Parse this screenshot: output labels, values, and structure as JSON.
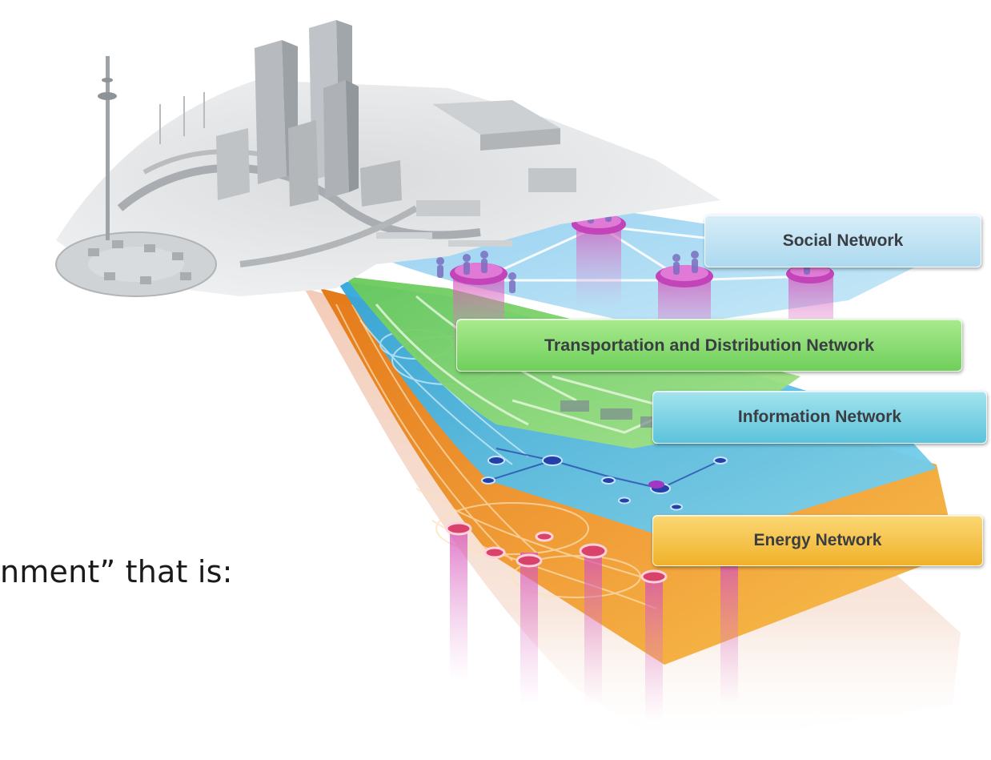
{
  "diagram": {
    "layers": [
      {
        "label": "Social Network",
        "color": "#bfe3f2"
      },
      {
        "label": "Transportation and Distribution Network",
        "color": "#82d86c"
      },
      {
        "label": "Information Network",
        "color": "#74cfe0"
      },
      {
        "label": "Energy Network",
        "color": "#f6c34a"
      }
    ],
    "caption": "nment” that is:"
  }
}
